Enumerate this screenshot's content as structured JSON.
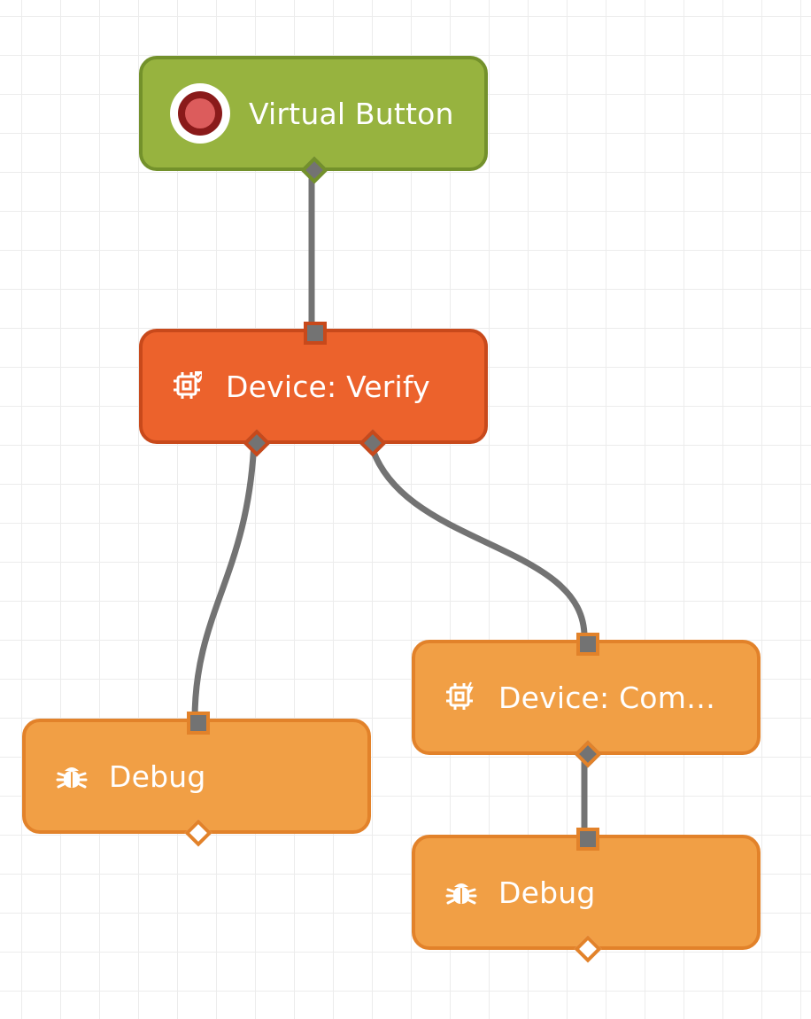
{
  "canvas": {
    "grid_color": "#ececec",
    "wire_color": "#737373"
  },
  "nodes": [
    {
      "id": "virtual-button",
      "label": "Virtual Button",
      "icon": "record-button-icon",
      "fill": "#97b33f",
      "border": "#73912b"
    },
    {
      "id": "device-verify",
      "label": "Device: Verify",
      "icon": "chip-verify-icon",
      "fill": "#ec622c",
      "border": "#c8491b"
    },
    {
      "id": "debug-1",
      "label": "Debug",
      "icon": "bug-icon",
      "fill": "#f19f45",
      "border": "#e2822a"
    },
    {
      "id": "device-command",
      "label": "Device: Com…",
      "icon": "chip-command-icon",
      "fill": "#f19f45",
      "border": "#e2822a"
    },
    {
      "id": "debug-2",
      "label": "Debug",
      "icon": "bug-icon",
      "fill": "#f19f45",
      "border": "#e2822a"
    }
  ],
  "connections": [
    {
      "from": "virtual-button",
      "to": "device-verify"
    },
    {
      "from": "device-verify",
      "to": "debug-1"
    },
    {
      "from": "device-verify",
      "to": "device-command"
    },
    {
      "from": "device-command",
      "to": "debug-2"
    }
  ]
}
